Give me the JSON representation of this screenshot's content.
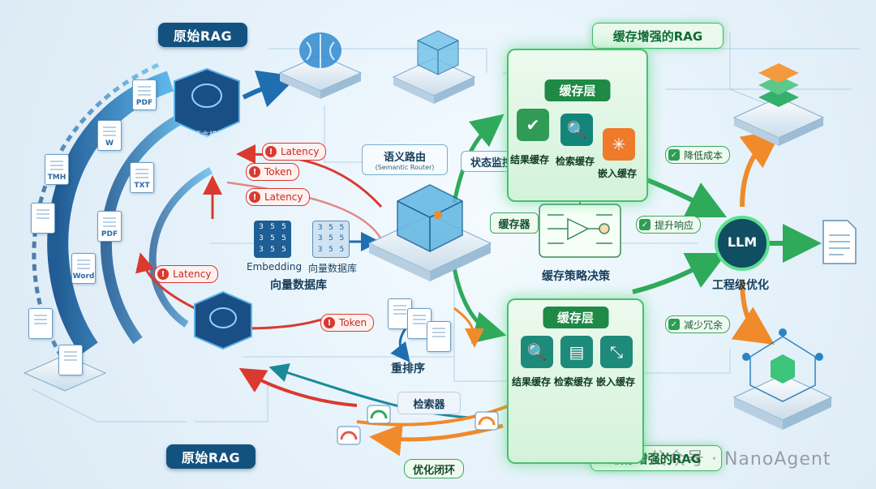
{
  "titles": {
    "top_left": "原始RAG",
    "bottom_left": "原始RAG",
    "top_right": "缓存增强的RAG",
    "bottom_right": "缓存增强的RAG"
  },
  "documents": [
    "PDF",
    "W",
    "TMH",
    "TXT",
    "PDF",
    "Word"
  ],
  "llm_chip_label": "大语言模型",
  "warnings": [
    "Latency",
    "Token",
    "Latency",
    "Latency",
    "Token"
  ],
  "embedding_label": "Embedding",
  "vector_db_label": "向量数据库",
  "vector_db_caption": "向量数据库",
  "grid_numbers": [
    "3",
    "5",
    "5",
    "3",
    "5",
    "5",
    "3",
    "5",
    "5"
  ],
  "router": {
    "title": "语义路由",
    "subtitle": "(Semantic Router)"
  },
  "state_monitor": "状态监控",
  "cache_top": {
    "title": "缓存层",
    "items": [
      "结果缓存",
      "检索缓存",
      "嵌入缓存"
    ]
  },
  "cache_bottom": {
    "title": "缓存层",
    "items": [
      "结果缓存",
      "检索缓存",
      "嵌入缓存"
    ]
  },
  "cacher": "缓存器",
  "strategy": "缓存策略决策",
  "benefits": [
    "降低成本",
    "提升响应",
    "减少冗余"
  ],
  "llm_node": "LLM",
  "engineering": "工程级优化",
  "rerank": "重排序",
  "retriever": "检索器",
  "optimize_loop": "优化闭环",
  "watermark_text": "公众号 · NanoAgent",
  "colors": {
    "navy": "#13527f",
    "green": "#1e8a45",
    "red": "#d93a30",
    "orange": "#f08a2a",
    "teal": "#1a6d7f"
  }
}
